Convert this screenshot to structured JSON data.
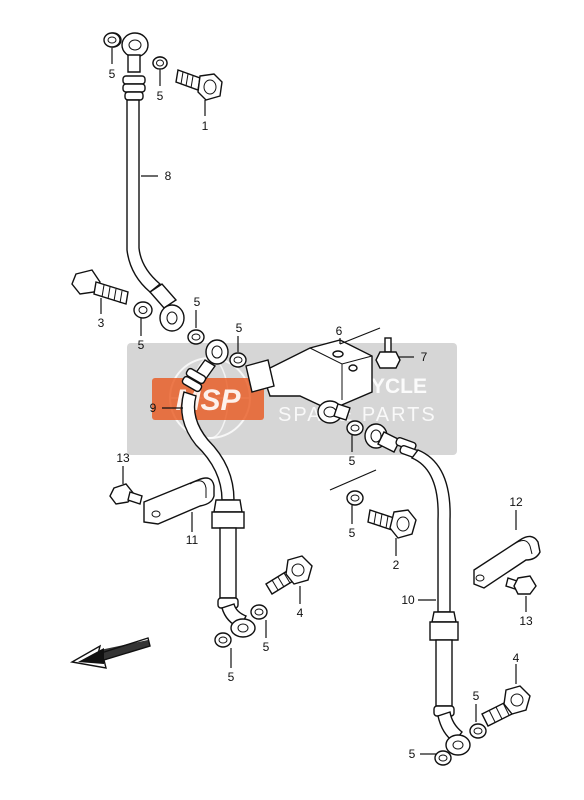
{
  "watermark": {
    "logo_text": "MSP",
    "line1": "MOTORCYCLE",
    "line2": "SPARE PARTS",
    "band_color": "#b4b4b4",
    "logo_color": "#e9581e"
  },
  "callouts": {
    "c1": "1",
    "c2": "2",
    "c3": "3",
    "c4a": "4",
    "c4b": "4",
    "c5a": "5",
    "c5b": "5",
    "c5c": "5",
    "c5d": "5",
    "c5e": "5",
    "c5f": "5",
    "c5g": "5",
    "c5h": "5",
    "c5i": "5",
    "c5j": "5",
    "c5k": "5",
    "c6": "6",
    "c7": "7",
    "c8": "8",
    "c9": "9",
    "c10": "10",
    "c11": "11",
    "c12": "12",
    "c13a": "13",
    "c13b": "13"
  }
}
